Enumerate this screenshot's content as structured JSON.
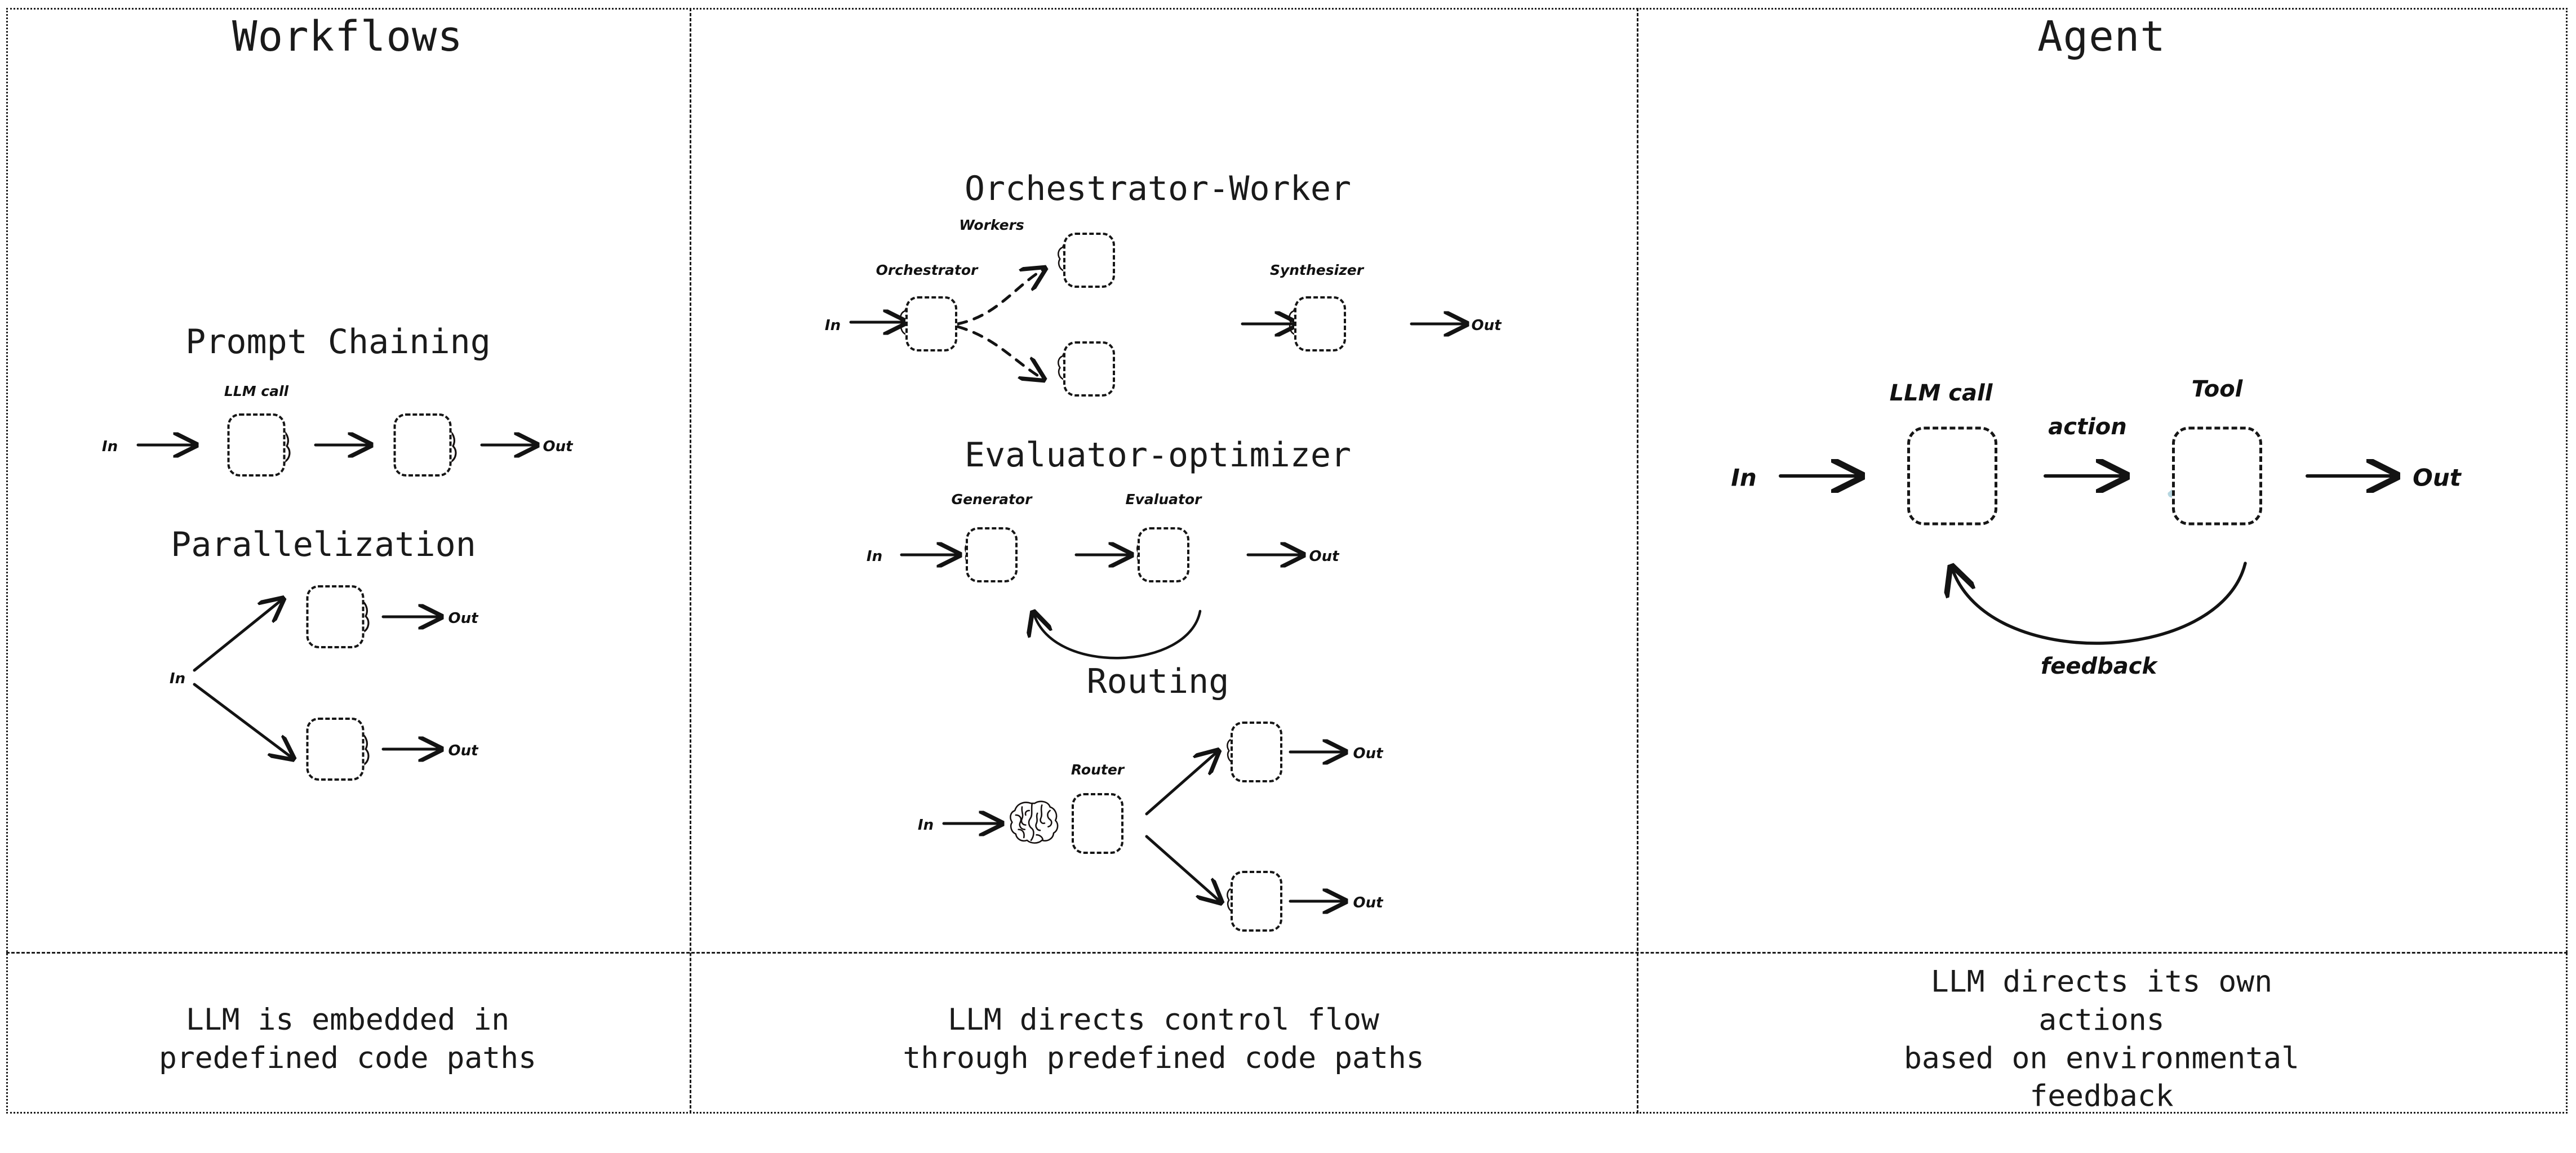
{
  "columns": [
    {
      "id": "workflows",
      "title": "Workflows",
      "caption": "LLM is embedded in\npredefined code paths"
    },
    {
      "id": "workflows-mid",
      "title": "",
      "caption": "LLM directs control flow\nthrough predefined code paths"
    },
    {
      "id": "agent",
      "title": "Agent",
      "caption": "LLM directs its own actions\nbased on environmental feedback"
    }
  ],
  "sections": {
    "prompt_chaining": {
      "title": "Prompt Chaining",
      "labels": {
        "llm_call": "LLM call"
      },
      "io": {
        "in": "In",
        "out": "Out"
      }
    },
    "parallelization": {
      "title": "Parallelization",
      "io": {
        "in": "In",
        "out_top": "Out",
        "out_bottom": "Out"
      }
    },
    "orchestrator_worker": {
      "title": "Orchestrator-Worker",
      "labels": {
        "orchestrator": "Orchestrator",
        "workers": "Workers",
        "synthesizer": "Synthesizer"
      },
      "io": {
        "in": "In",
        "out": "Out"
      }
    },
    "evaluator_optimizer": {
      "title": "Evaluator-optimizer",
      "labels": {
        "generator": "Generator",
        "evaluator": "Evaluator"
      },
      "io": {
        "in": "In",
        "out": "Out"
      }
    },
    "routing": {
      "title": "Routing",
      "labels": {
        "router": "Router"
      },
      "io": {
        "in": "In",
        "out_top": "Out",
        "out_bottom": "Out"
      }
    },
    "agent": {
      "labels": {
        "llm_call": "LLM call",
        "tool": "Tool",
        "action": "action",
        "feedback": "feedback"
      },
      "io": {
        "in": "In",
        "out": "Out"
      }
    }
  },
  "icons": {
    "brain": "brain-icon",
    "tool": "hammer-and-wrench-icon"
  },
  "colors": {
    "ink": "#1a1a1a",
    "tool_metal": "#8FBDCC",
    "tool_metal_light": "#B6D6E0",
    "tool_handle": "#A0633C"
  }
}
